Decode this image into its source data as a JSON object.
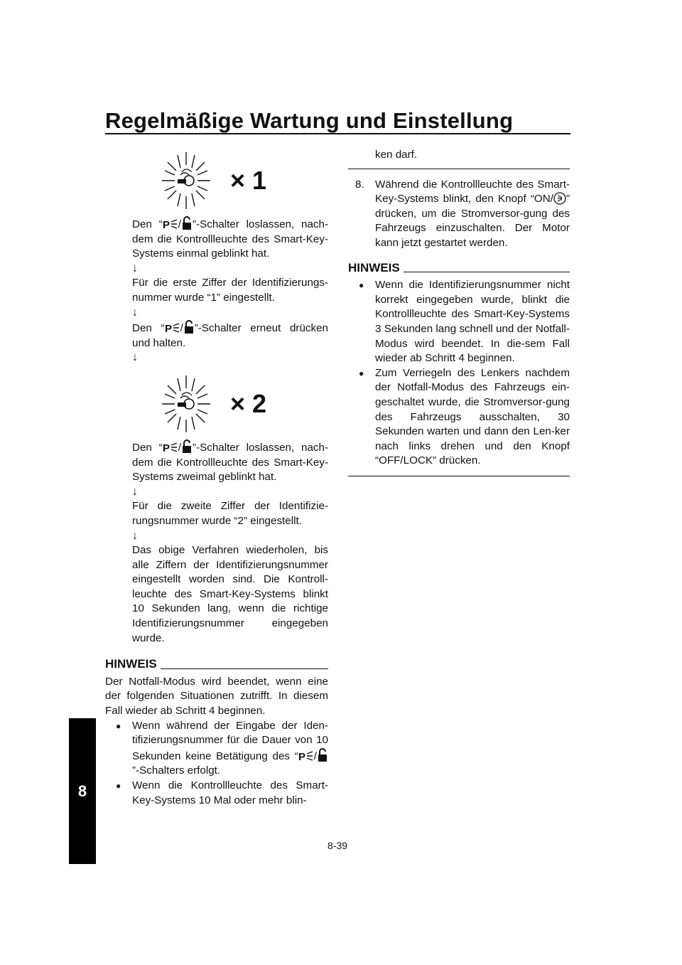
{
  "header": {
    "title": "Regelmäßige Wartung und Einstellung"
  },
  "chapter_tab": "8",
  "page_number": "8-39",
  "left": {
    "lamp1_times": "× 1",
    "p1": [
      "Den “",
      "/",
      "”-Schalter loslassen, nach-dem die Kontrollleuchte des Smart-Key-Systems einmal geblinkt hat."
    ],
    "arrow": "↓",
    "p2": "Für die erste Ziffer der Identifizierungs-nummer wurde “1” eingestellt.",
    "p3": [
      "Den “",
      "/",
      "”-Schalter erneut drücken und halten."
    ],
    "lamp2_times": "× 2",
    "p4": [
      "Den “",
      "/",
      "”-Schalter loslassen, nach-dem die Kontrollleuchte des Smart-Key-Systems zweimal geblinkt hat."
    ],
    "p5": "Für die zweite Ziffer der Identifizie-rungsnummer wurde “2” eingestellt.",
    "p6": "Das obige Verfahren wiederholen, bis alle Ziffern der Identifizierungsnummer eingestellt worden sind. Die Kontroll-leuchte des Smart-Key-Systems blinkt 10 Sekunden lang, wenn die richtige Identifizierungsnummer eingegeben wurde.",
    "hinweis_label": "HINWEIS",
    "hinweis_intro": "Der Notfall-Modus wird beendet, wenn eine der folgenden Situationen zutrifft. In diesem Fall wieder ab Schritt 4 beginnen.",
    "bullet1": [
      "Wenn während der Eingabe der Iden-tifizierungsnummer für die Dauer von 10 Sekunden keine Betätigung des “",
      "/",
      "”-Schalters erfolgt."
    ],
    "bullet2": "Wenn die Kontrollleuchte des Smart-Key-Systems 10 Mal oder mehr blin-"
  },
  "right": {
    "cont": "ken darf.",
    "step8_num": "8.",
    "step8": [
      "Während die Kontrollleuchte des Smart-Key-Systems blinkt, den Knopf “ON/",
      "” drücken, um die Stromversor-gung des Fahrzeugs einzuschalten. Der Motor kann jetzt gestartet werden."
    ],
    "hinweis_label": "HINWEIS",
    "bullet1": "Wenn die Identifizierungsnummer nicht korrekt eingegeben wurde, blinkt die Kontrollleuchte des Smart-Key-Systems 3 Sekunden lang schnell und der Notfall-Modus wird beendet. In die-sem Fall wieder ab Schritt 4 beginnen.",
    "bullet2": "Zum Verriegeln des Lenkers nachdem der Notfall-Modus des Fahrzeugs ein-geschaltet wurde, die Stromversor-gung des Fahrzeugs ausschalten, 30 Sekunden warten und dann den Len-ker nach links drehen und den Knopf “OFF/LOCK” drücken."
  }
}
